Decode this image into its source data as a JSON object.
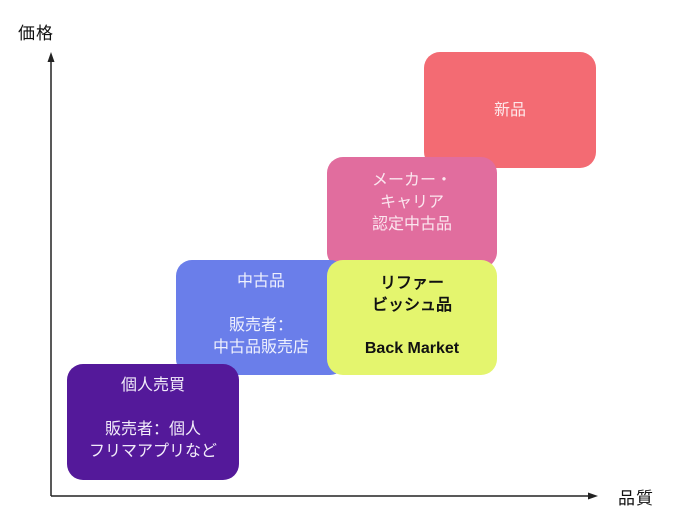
{
  "axes": {
    "y_label": "価格",
    "x_label": "品質"
  },
  "boxes": {
    "new": {
      "title": "新品",
      "color": "#F36B73"
    },
    "certified": {
      "lines": [
        "メーカー・",
        "キャリア",
        "認定中古品"
      ],
      "color": "#E16D9E"
    },
    "used": {
      "title": "中古品",
      "seller_lines": [
        "販売者：",
        "中古品販売店"
      ],
      "color": "#6A7EEA"
    },
    "refurbished": {
      "lines": [
        "リファー",
        "ビッシュ品"
      ],
      "brand": "Back Market",
      "color": "#E4F56E"
    },
    "personal": {
      "title": "個人売買",
      "seller_lines": [
        "販売者：個人",
        "フリマアプリなど"
      ],
      "color": "#54199A"
    }
  }
}
